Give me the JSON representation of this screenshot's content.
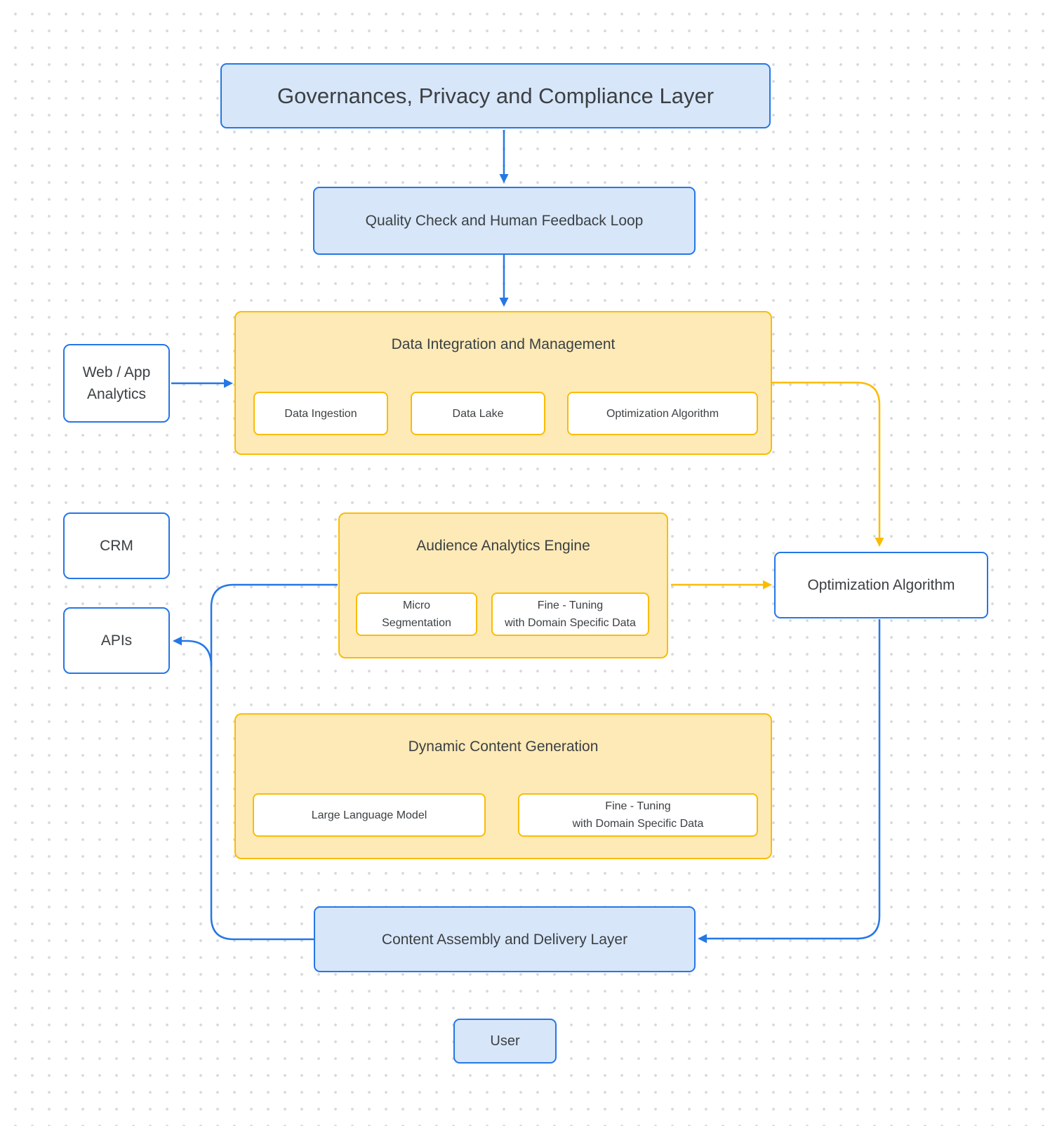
{
  "diagram": {
    "nodes": {
      "governance": {
        "label": "Governances, Privacy and Compliance Layer"
      },
      "quality_check": {
        "label": "Quality Check and Human Feedback Loop"
      },
      "web_app_analytics": {
        "lines": [
          "Web / App",
          "Analytics"
        ]
      },
      "crm": {
        "label": "CRM"
      },
      "apis": {
        "label": "APIs"
      },
      "data_integration": {
        "title": "Data Integration and Management",
        "subs": [
          {
            "lines": [
              "Data Ingestion"
            ]
          },
          {
            "lines": [
              "Data Lake"
            ]
          },
          {
            "lines": [
              "Optimization Algorithm"
            ]
          }
        ]
      },
      "audience_analytics": {
        "title": "Audience Analytics Engine",
        "subs": [
          {
            "lines": [
              "Micro",
              "Segmentation"
            ]
          },
          {
            "lines": [
              "Fine - Tuning",
              "with Domain Specific Data"
            ]
          }
        ]
      },
      "optimization_algorithm": {
        "label": "Optimization Algorithm"
      },
      "dynamic_content": {
        "title": "Dynamic Content Generation",
        "subs": [
          {
            "lines": [
              "Large Language Model"
            ]
          },
          {
            "lines": [
              "Fine - Tuning",
              "with Domain Specific Data"
            ]
          }
        ]
      },
      "content_assembly": {
        "label": "Content Assembly and Delivery Layer"
      },
      "user": {
        "label": "User"
      }
    },
    "colors": {
      "blue": "#2577e6",
      "blue_fill": "#d7e6f9",
      "yellow": "#fbbc04",
      "yellow_fill": "#fdeab7",
      "text": "#3c4043"
    }
  }
}
